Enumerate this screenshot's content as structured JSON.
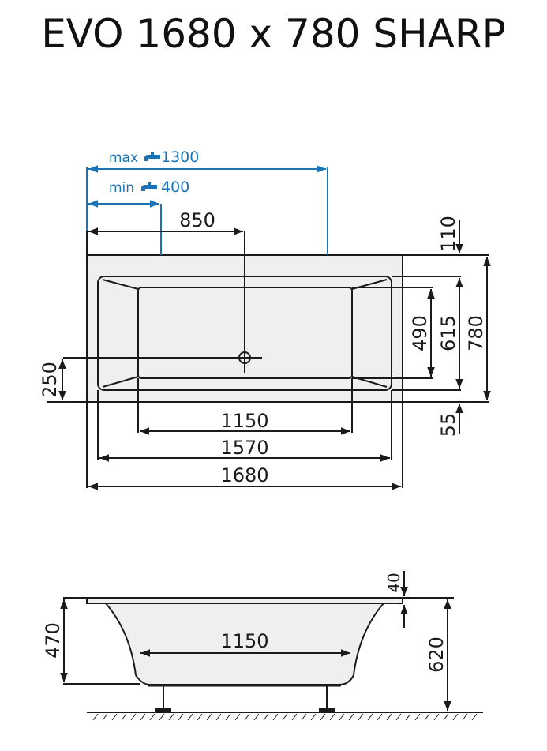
{
  "title": "EVO 1680 x 780 SHARP",
  "colors": {
    "line": "#1a1a1a",
    "accent_blue": "#1a73b8",
    "fill": "#efefef"
  },
  "top_view": {
    "tap_max": {
      "prefix": "max",
      "icon": "tap-icon",
      "value": "1300"
    },
    "tap_min": {
      "prefix": "min",
      "icon": "tap-icon",
      "value": "400"
    },
    "drain_offset_x": "850",
    "drain_offset_y": "250",
    "top_margin": "110",
    "bottom_margin": "55",
    "inner_bottom_width": "490",
    "inner_width": "615",
    "outer_width": "780",
    "inner_bottom_length": "1150",
    "inner_length": "1570",
    "outer_length": "1680"
  },
  "side_view": {
    "rim_thickness": "40",
    "depth": "470",
    "bottom_length": "1150",
    "total_height": "620"
  }
}
